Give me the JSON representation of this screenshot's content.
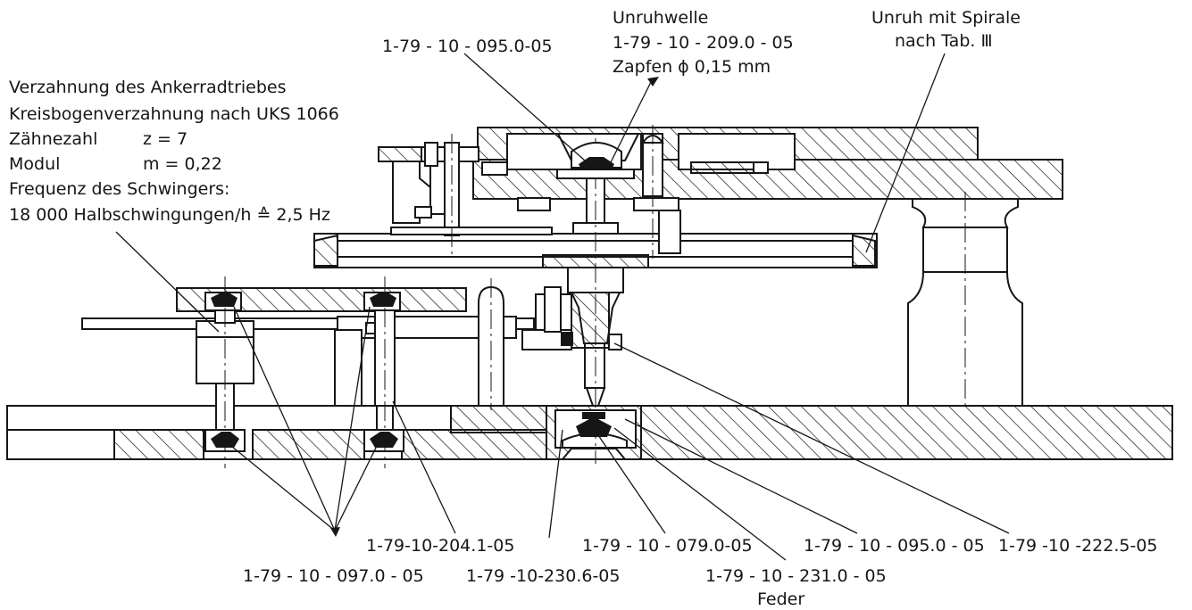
{
  "notes": {
    "verzahnung_title": "Verzahnung des Ankerradtriebes",
    "kreisbogen": "Kreisbogenverzahnung nach UKS 1066",
    "zaehnezahl_label": "Zähnezahl",
    "zaehnezahl_value": "z = 7",
    "modul_label": "Modul",
    "modul_value": "m = 0,22",
    "frequenz_label": "Frequenz des Schwingers:",
    "frequenz_value": "18 000 Halbschwingungen/h ≙ 2,5 Hz"
  },
  "labels": {
    "top_part": "1-79 - 10 - 095.0-05",
    "unruhwelle_title": "Unruhwelle",
    "unruhwelle_part": "1-79 - 10 - 209.0 - 05",
    "zapfen": "Zapfen ϕ 0,15 mm",
    "unruh_line1": "Unruh mit Spirale",
    "unruh_line2": "nach Tab. Ⅲ",
    "p_097": "1-79 - 10 - 097.0 - 05",
    "p_204": "1-79-10-204.1-05",
    "p_230": "1-79 -10-230.6-05",
    "p_079": "1-79 - 10 - 079.0-05",
    "p_231": "1-79 - 10 - 231.0 - 05",
    "feder": "Feder",
    "p_095b": "1-79 - 10 - 095.0 - 05",
    "p_222": "1-79 -10 -222.5-05"
  }
}
